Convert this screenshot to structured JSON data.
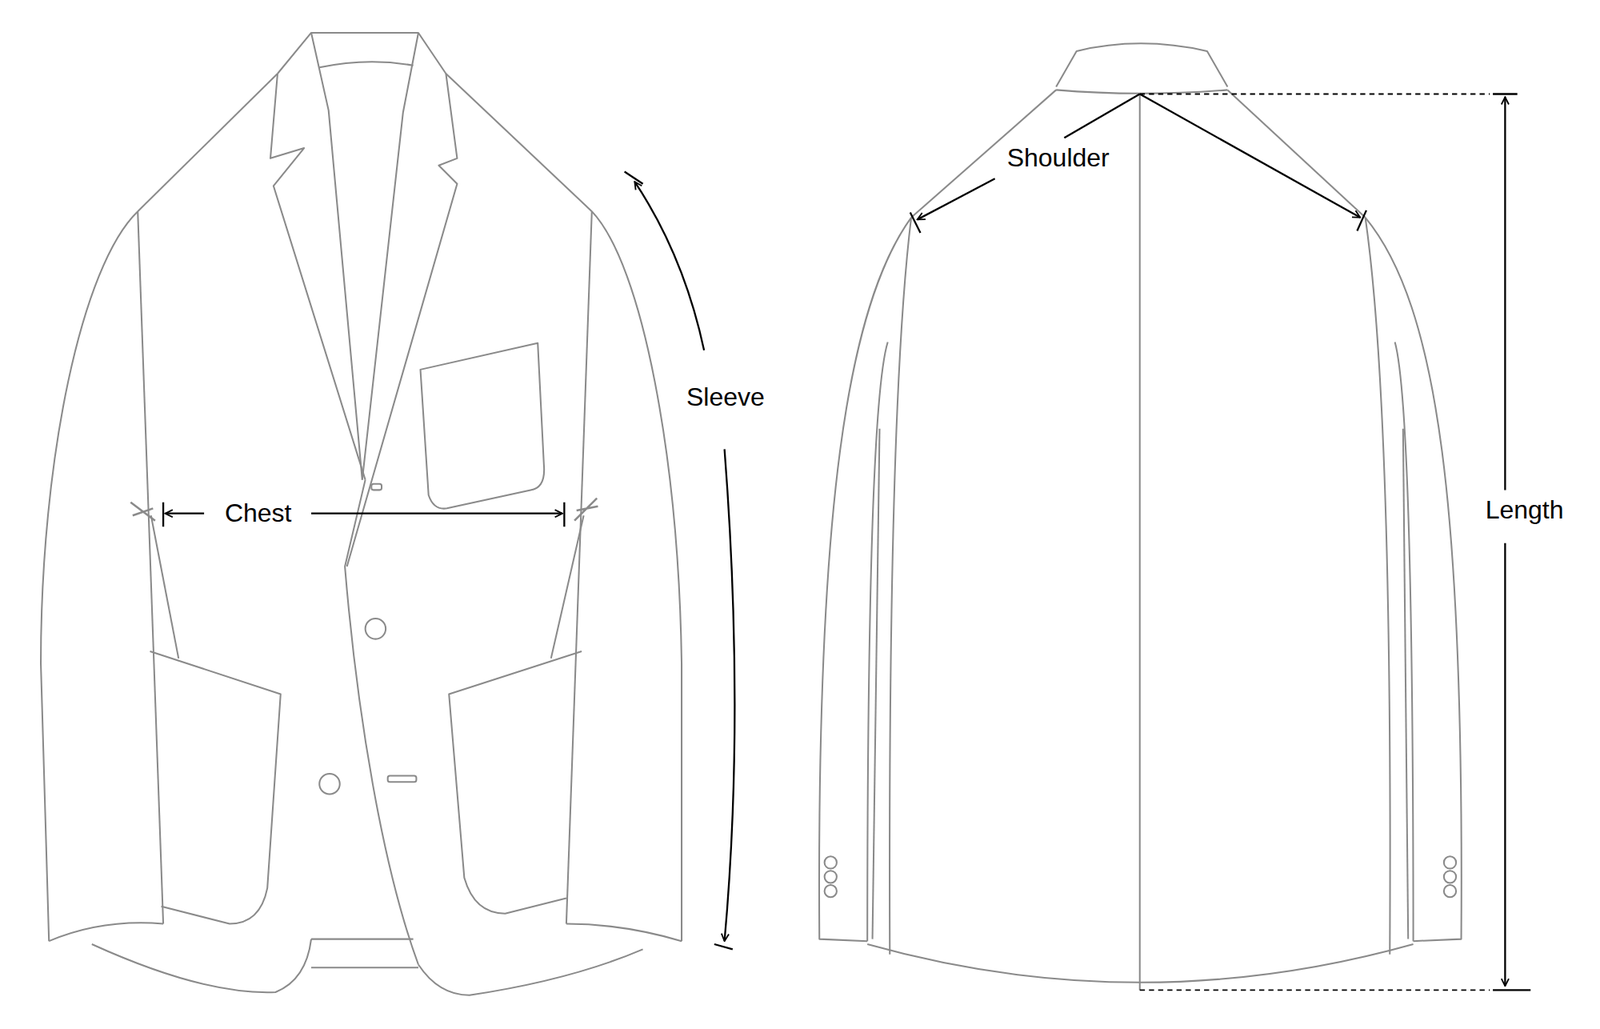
{
  "diagram": {
    "labels": [
      "Chest",
      "Sleeve",
      "Shoulder",
      "Length"
    ]
  }
}
